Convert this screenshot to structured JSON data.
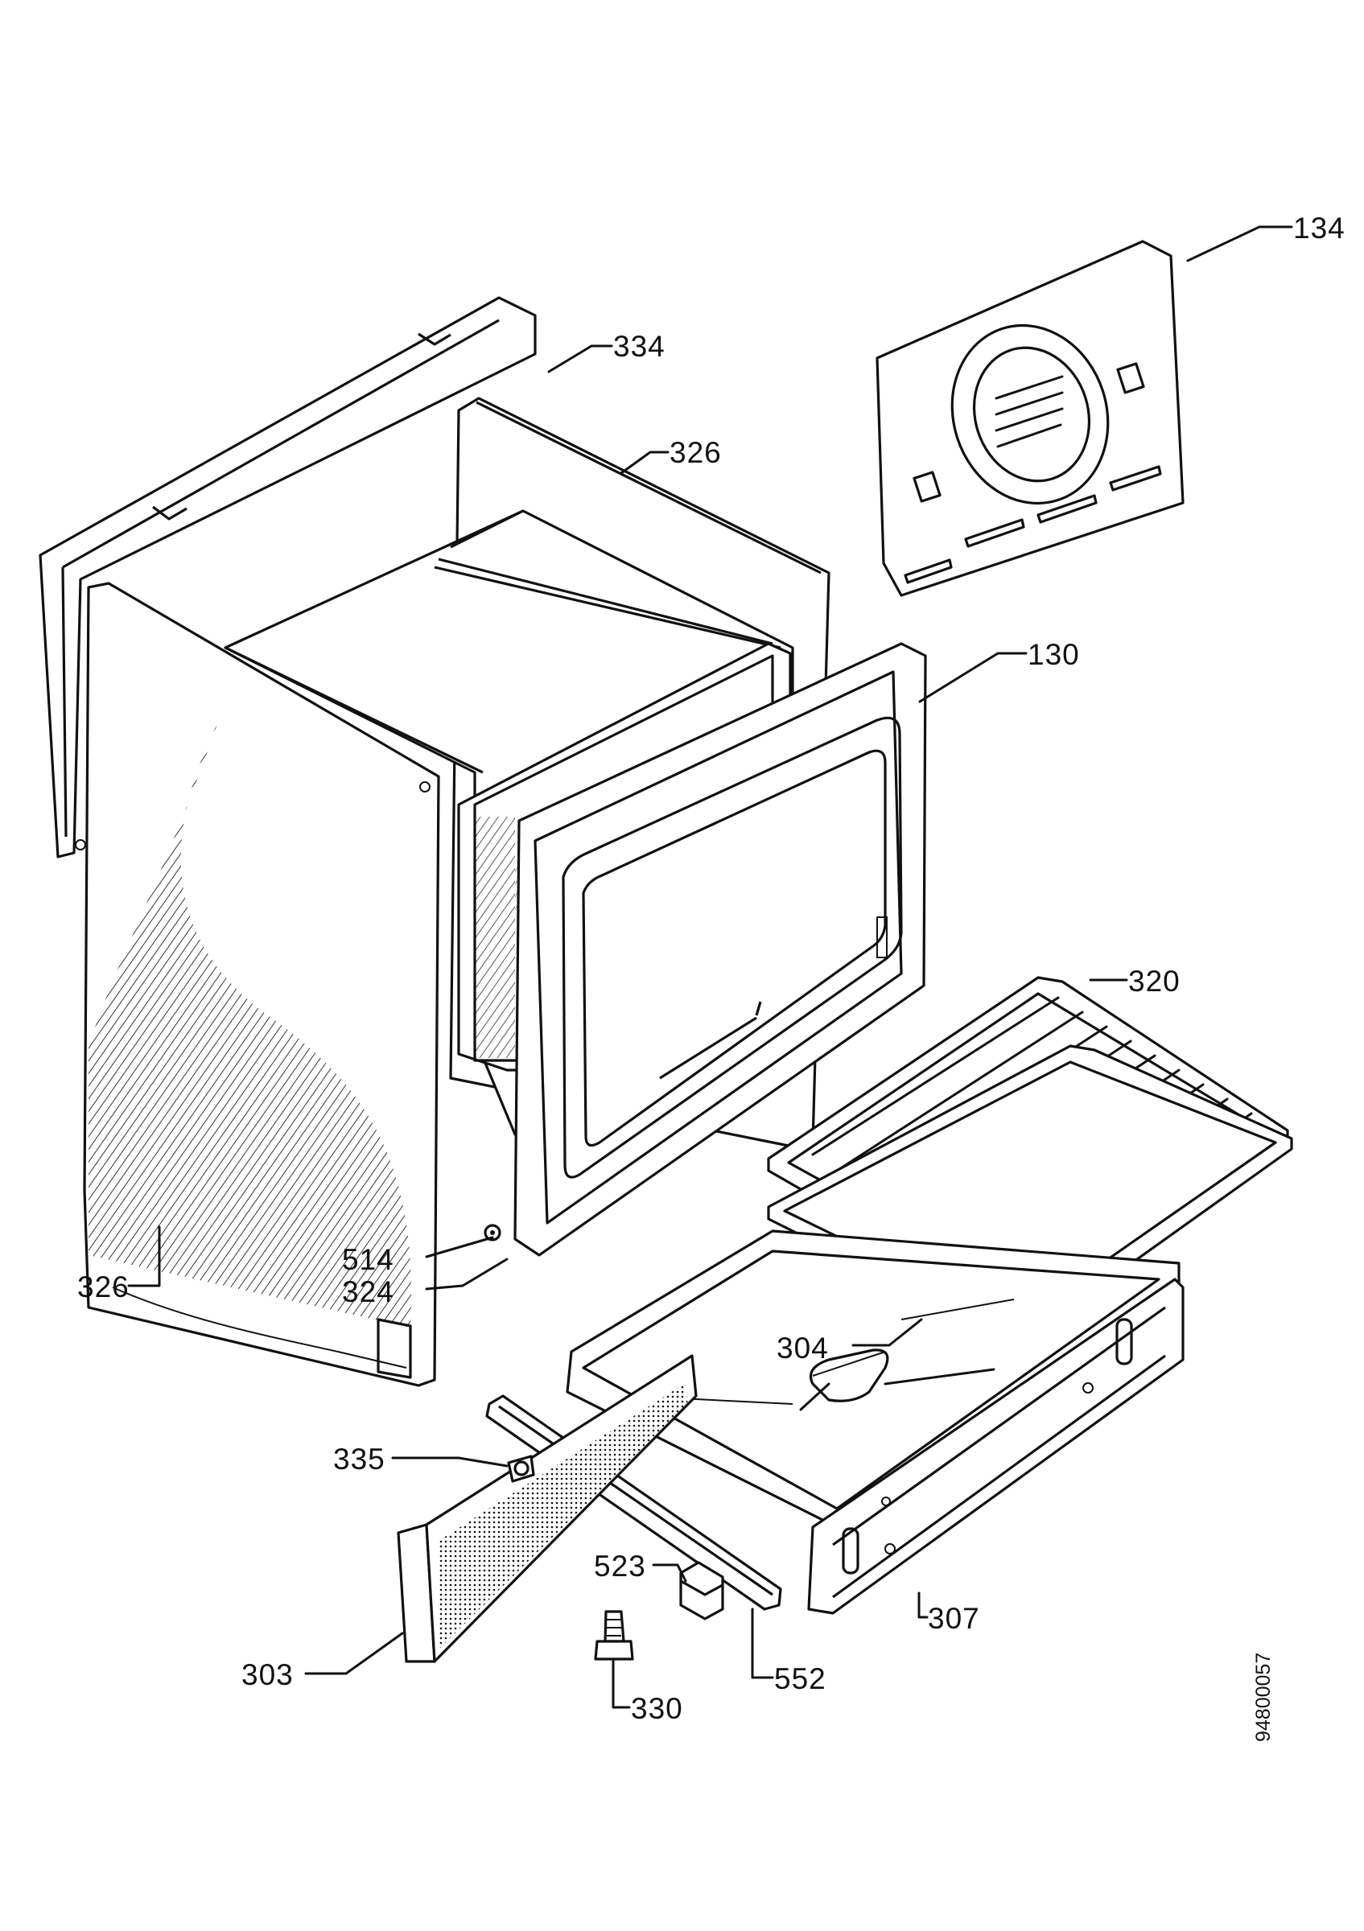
{
  "diagram": {
    "labels": [
      {
        "id": "134",
        "text": "134"
      },
      {
        "id": "334",
        "text": "334"
      },
      {
        "id": "326_top",
        "text": "326"
      },
      {
        "id": "130",
        "text": "130"
      },
      {
        "id": "320",
        "text": "320"
      },
      {
        "id": "514",
        "text": "514"
      },
      {
        "id": "324",
        "text": "324"
      },
      {
        "id": "326_left",
        "text": "326"
      },
      {
        "id": "304",
        "text": "304"
      },
      {
        "id": "335",
        "text": "335"
      },
      {
        "id": "523",
        "text": "523"
      },
      {
        "id": "307",
        "text": "307"
      },
      {
        "id": "303",
        "text": "303"
      },
      {
        "id": "552",
        "text": "552"
      },
      {
        "id": "330",
        "text": "330"
      }
    ],
    "document_id": "94800057"
  }
}
